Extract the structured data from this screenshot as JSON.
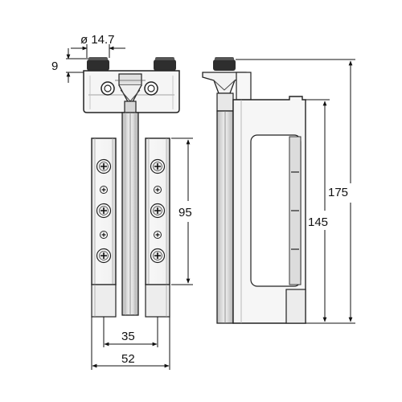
{
  "dimensions": {
    "pin_diameter": "ø 14.7",
    "pin_height": "9",
    "plate_length": "95",
    "inner_width": "35",
    "outer_width": "52",
    "side_body_height": "145",
    "overall_height": "175"
  },
  "colors": {
    "line": "#222222",
    "dimension_line": "#111111",
    "pin_cap": "#2e2e2e",
    "metal_face": "#f4f4f4",
    "metal_shade": "#cfcfcf",
    "background": "#ffffff"
  },
  "icons": [
    "screw-icon",
    "slot-icon",
    "bolt-icon"
  ]
}
